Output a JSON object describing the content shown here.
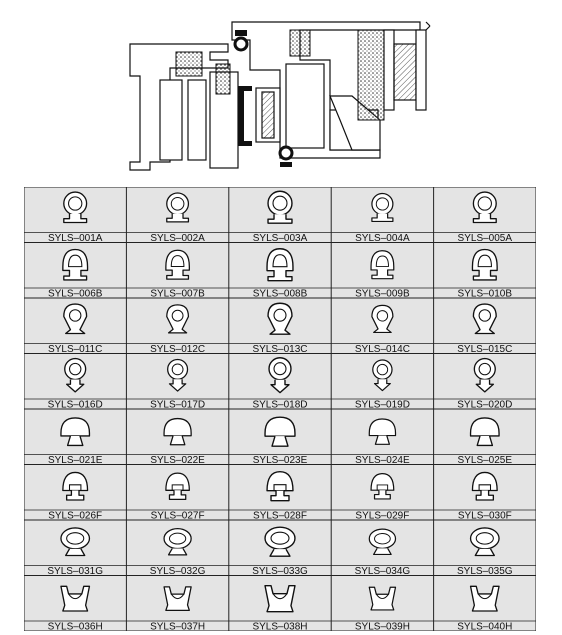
{
  "catalog": {
    "rows": [
      [
        "SYLS–001A",
        "SYLS–002A",
        "SYLS–003A",
        "SYLS–004A",
        "SYLS–005A"
      ],
      [
        "SYLS–006B",
        "SYLS–007B",
        "SYLS–008B",
        "SYLS–009B",
        "SYLS–010B"
      ],
      [
        "SYLS–011C",
        "SYLS–012C",
        "SYLS–013C",
        "SYLS–014C",
        "SYLS–015C"
      ],
      [
        "SYLS–016D",
        "SYLS–017D",
        "SYLS–018D",
        "SYLS–019D",
        "SYLS–020D"
      ],
      [
        "SYLS–021E",
        "SYLS–022E",
        "SYLS–023E",
        "SYLS–024E",
        "SYLS–025E"
      ],
      [
        "SYLS–026F",
        "SYLS–027F",
        "SYLS–028F",
        "SYLS–029F",
        "SYLS–030F"
      ],
      [
        "SYLS–031G",
        "SYLS–032G",
        "SYLS–033G",
        "SYLS–034G",
        "SYLS–035G"
      ],
      [
        "SYLS–036H",
        "SYLS–037H",
        "SYLS–038H",
        "SYLS–039H",
        "SYLS–040H"
      ]
    ],
    "colors": {
      "cell": "#e4e4e4",
      "line": "#222222"
    }
  }
}
